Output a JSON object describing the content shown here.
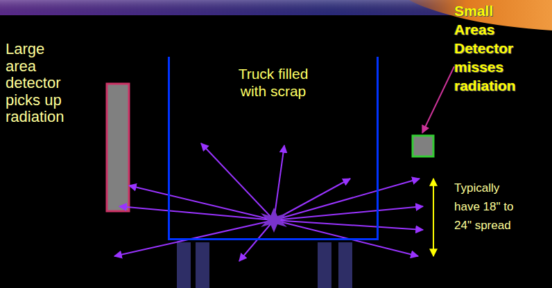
{
  "diagram": {
    "nodes": [
      {
        "text": [
          "Truck filled with scrap"
        ]
      }
    ],
    "labels": [
      "Large area detector picks up radiation",
      "Small Areas Detector misses radiation",
      "Typically have 18\" to 24\" spread"
    ]
  }
}
